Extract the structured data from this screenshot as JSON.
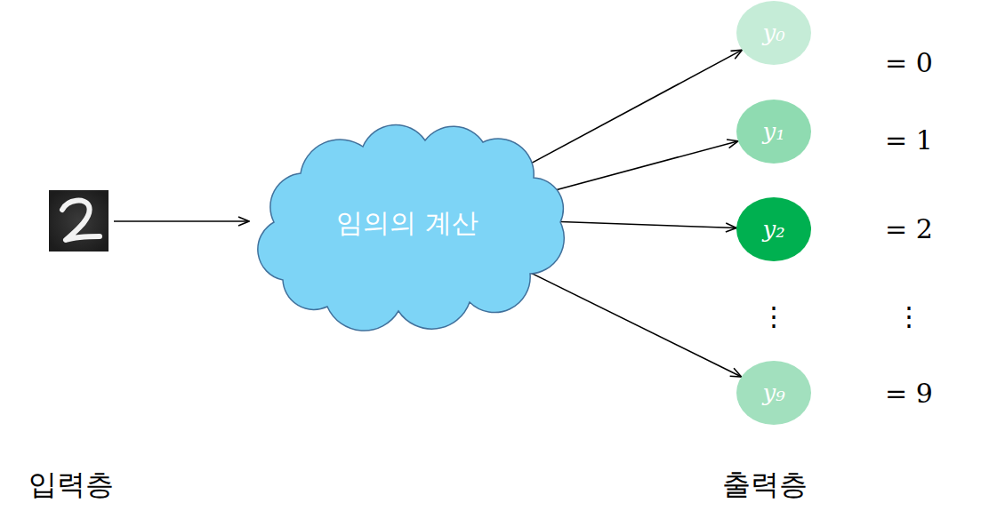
{
  "diagram": {
    "nodes": [
      {
        "text": [
          "임의의 계산"
        ]
      },
      {
        "text": [
          "y₀"
        ]
      },
      {
        "text": [
          "y₁"
        ]
      },
      {
        "text": [
          "y₂"
        ]
      },
      {
        "text": [
          "y₉"
        ]
      }
    ],
    "edges": [
      {
        "from": 0,
        "to": 1,
        "arrow": "to"
      },
      {
        "from": 0,
        "to": 2,
        "arrow": "to"
      },
      {
        "from": 0,
        "to": 3,
        "arrow": "to"
      },
      {
        "from": 0,
        "to": 4,
        "arrow": "to"
      }
    ],
    "labels": [
      "= 0",
      "= 1",
      "= 2",
      "⋮",
      "⋮",
      "= 9",
      "입력층",
      "출력층"
    ]
  }
}
